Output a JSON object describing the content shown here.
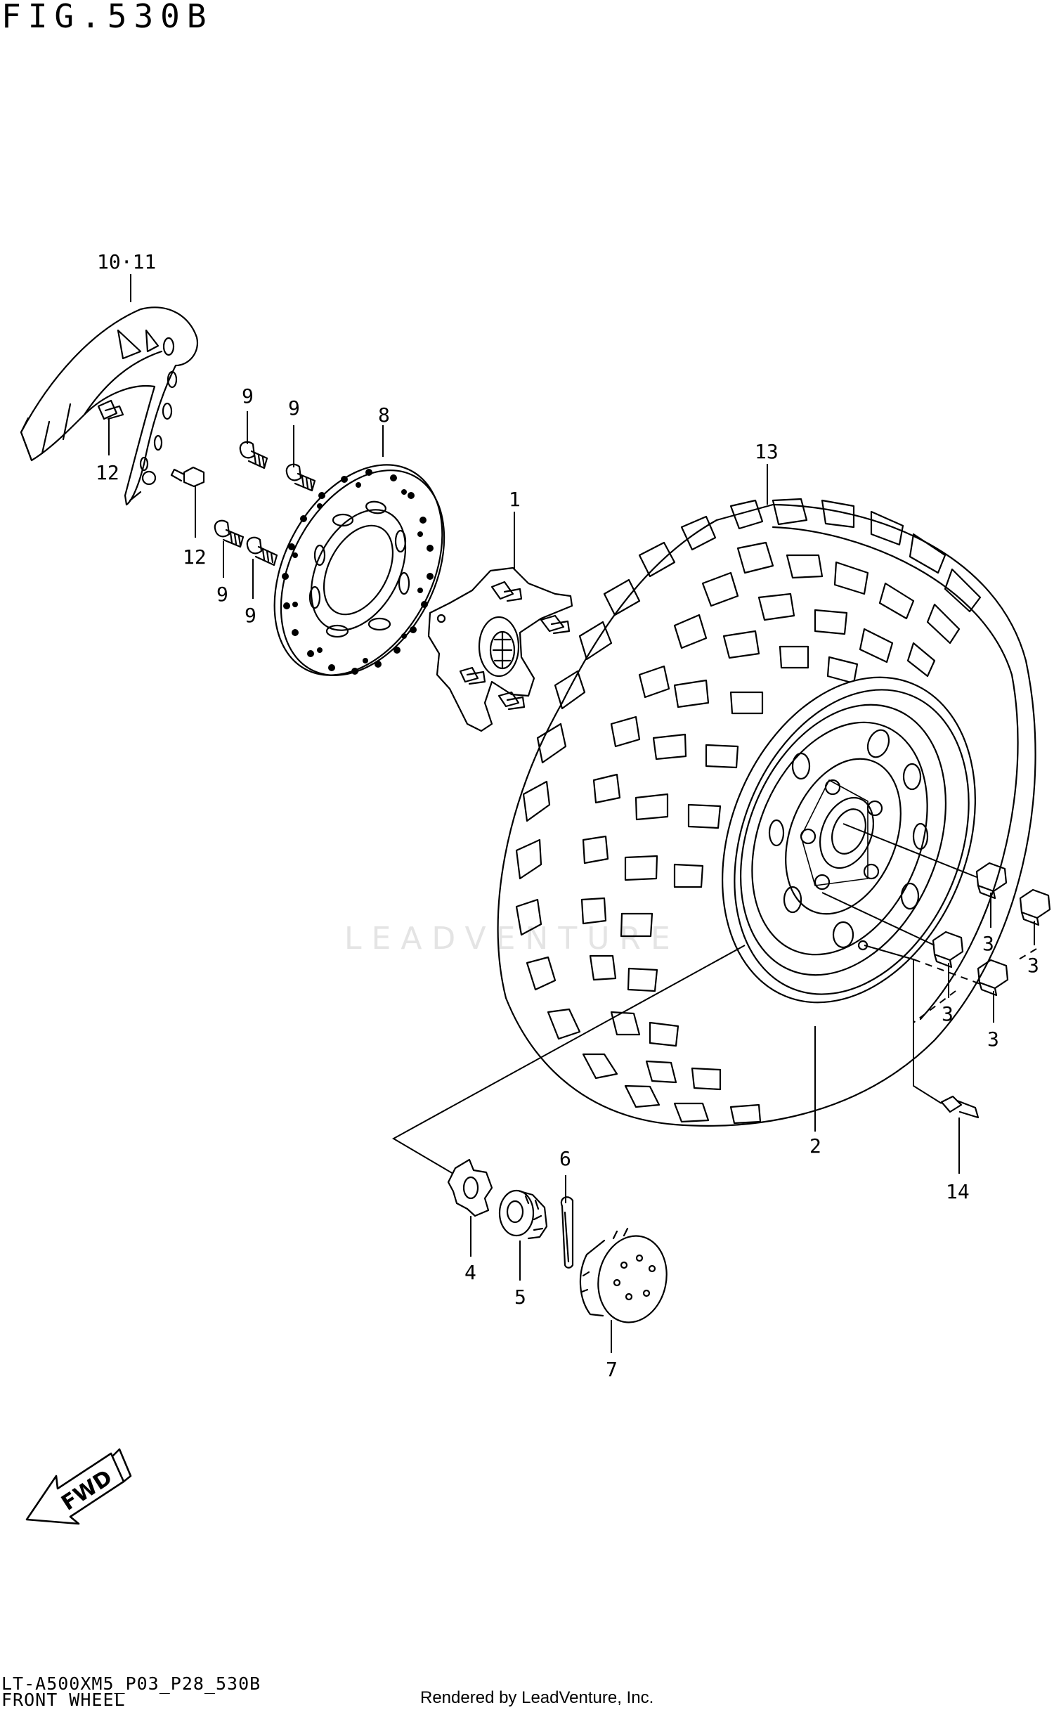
{
  "figure": {
    "title": "FIG.530B",
    "model_code": "LT-A500XM5_P03_P28_530B",
    "section_name": "FRONT WHEEL",
    "credit": "Rendered by LeadVenture, Inc.",
    "watermark": "LEADVENTURE"
  },
  "fwd_arrow": {
    "label": "FWD"
  },
  "callouts": [
    {
      "id": "10-11",
      "text": "10·11"
    },
    {
      "id": "12a",
      "text": "12"
    },
    {
      "id": "12b",
      "text": "12"
    },
    {
      "id": "9a",
      "text": "9"
    },
    {
      "id": "9b",
      "text": "9"
    },
    {
      "id": "9c",
      "text": "9"
    },
    {
      "id": "9d",
      "text": "9"
    },
    {
      "id": "8",
      "text": "8"
    },
    {
      "id": "1",
      "text": "1"
    },
    {
      "id": "13",
      "text": "13"
    },
    {
      "id": "3a",
      "text": "3"
    },
    {
      "id": "3b",
      "text": "3"
    },
    {
      "id": "3c",
      "text": "3"
    },
    {
      "id": "3d",
      "text": "3"
    },
    {
      "id": "2",
      "text": "2"
    },
    {
      "id": "14",
      "text": "14"
    },
    {
      "id": "6",
      "text": "6"
    },
    {
      "id": "4",
      "text": "4"
    },
    {
      "id": "5",
      "text": "5"
    },
    {
      "id": "7",
      "text": "7"
    }
  ]
}
